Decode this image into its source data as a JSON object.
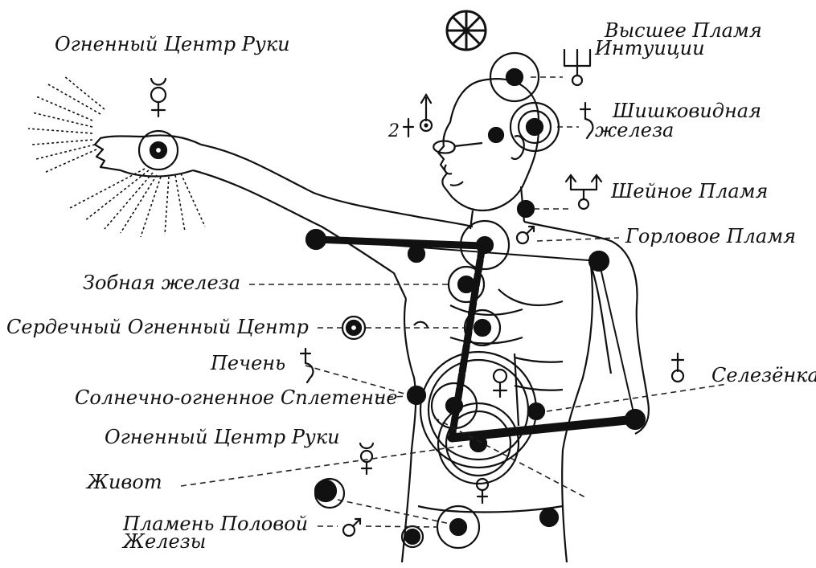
{
  "labels": {
    "hand_center_top": "Огненный Центр Руки",
    "higher_flame_1": "Высшее Пламя",
    "higher_flame_2": "Интуиции",
    "pineal_1": "Шишковидная",
    "pineal_2": "железа",
    "neck_flame": "Шейное Пламя",
    "throat_flame": "Горловое Пламя",
    "thymus": "Зобная железа",
    "heart_center": "Сердечный Огненный Центр",
    "liver": "Печень",
    "spleen": "Селезёнка",
    "solar_plexus": "Солнечно-огненное Сплетение",
    "hand_center_lower": "Огненный Центр Руки",
    "belly": "Живот",
    "sex_gland_1": "Пламень Половой",
    "sex_gland_2": "Железы",
    "num_two": "2"
  },
  "colors": {
    "ink": "#111111",
    "paper": "#ffffff"
  },
  "icons": [
    "wheel-cross-icon",
    "mercury-symbol-icon",
    "uranus-symbol-icon",
    "saturn-symbol-icon",
    "mars-symbol-icon",
    "venus-symbol-icon",
    "earth-symbol-icon",
    "target-circle-icon"
  ]
}
